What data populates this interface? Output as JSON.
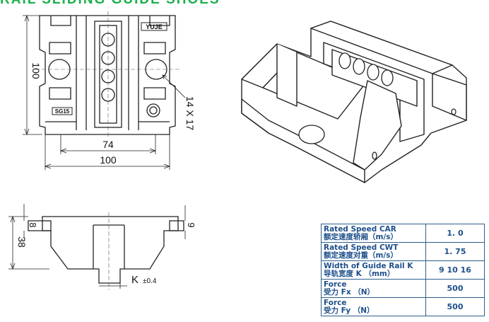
{
  "header": {
    "title": "RAIL SLIDING GUIDE SHOES"
  },
  "top_view": {
    "dim_height": "100",
    "dim_inner_width": "74",
    "dim_outer_width": "100",
    "dim_slot": "14 X 17",
    "brand_mark": "YUJE",
    "model_mark": "SG15"
  },
  "side_view": {
    "dim_total_height": "38",
    "dim_left_flange": "8",
    "dim_right_flange": "9",
    "dim_k_label": "K",
    "dim_k_tolerance": "±0.4"
  },
  "spec_table": {
    "rows": [
      {
        "label_en": "Rated Speed CAR",
        "label_cn": "额定速度轿厢（m/s）",
        "value": "1. 0"
      },
      {
        "label_en": "Rated Speed CWT",
        "label_cn": "额定速度对重（m/s）",
        "value": "1. 75"
      },
      {
        "label_en": "Width of Guide Rail K",
        "label_cn": "导轨宽度 K （mm）",
        "value": "9 10 16"
      },
      {
        "label_en": "Force",
        "label_cn": "受力  Fx （N）",
        "value": "500"
      },
      {
        "label_en": "Force",
        "label_cn": "受力  Fy （N）",
        "value": "500"
      }
    ]
  }
}
